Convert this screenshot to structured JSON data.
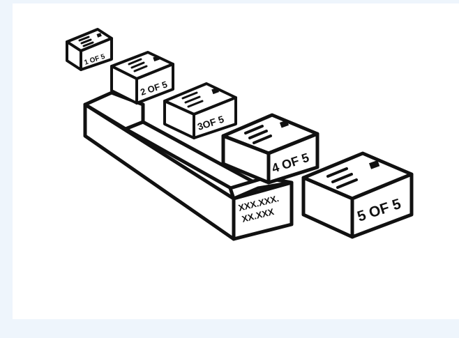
{
  "tray": {
    "label_line1": "XXX.XXX.",
    "label_line2": "XX.XXX"
  },
  "boxes": [
    {
      "label": "1 OF 5"
    },
    {
      "label": "2 OF 5"
    },
    {
      "label": "3OF 5"
    },
    {
      "label": "4 OF 5"
    },
    {
      "label": "5 OF 5"
    }
  ],
  "colors": {
    "ink": "#111111",
    "background": "#ffffff",
    "page_background": "#eef5fc"
  }
}
